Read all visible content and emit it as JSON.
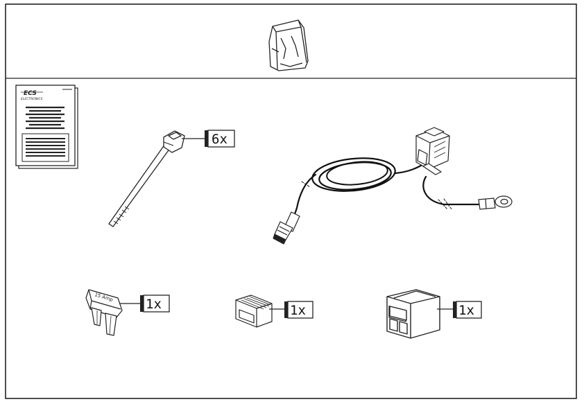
{
  "manual": {
    "brand_line1": "ECS",
    "brand_line2": "ELECTRONICS"
  },
  "parts": {
    "cable_tie": {
      "name": "cable-tie",
      "quantity": "6x"
    },
    "fuse": {
      "name": "fuse",
      "quantity": "1x",
      "marking": "15 Amp"
    },
    "fuse_holder": {
      "name": "fuse-holder",
      "quantity": "1x"
    },
    "connector_housing": {
      "name": "connector-housing",
      "quantity": "1x"
    }
  },
  "colors": {
    "line": "#222222",
    "background": "#ffffff"
  }
}
